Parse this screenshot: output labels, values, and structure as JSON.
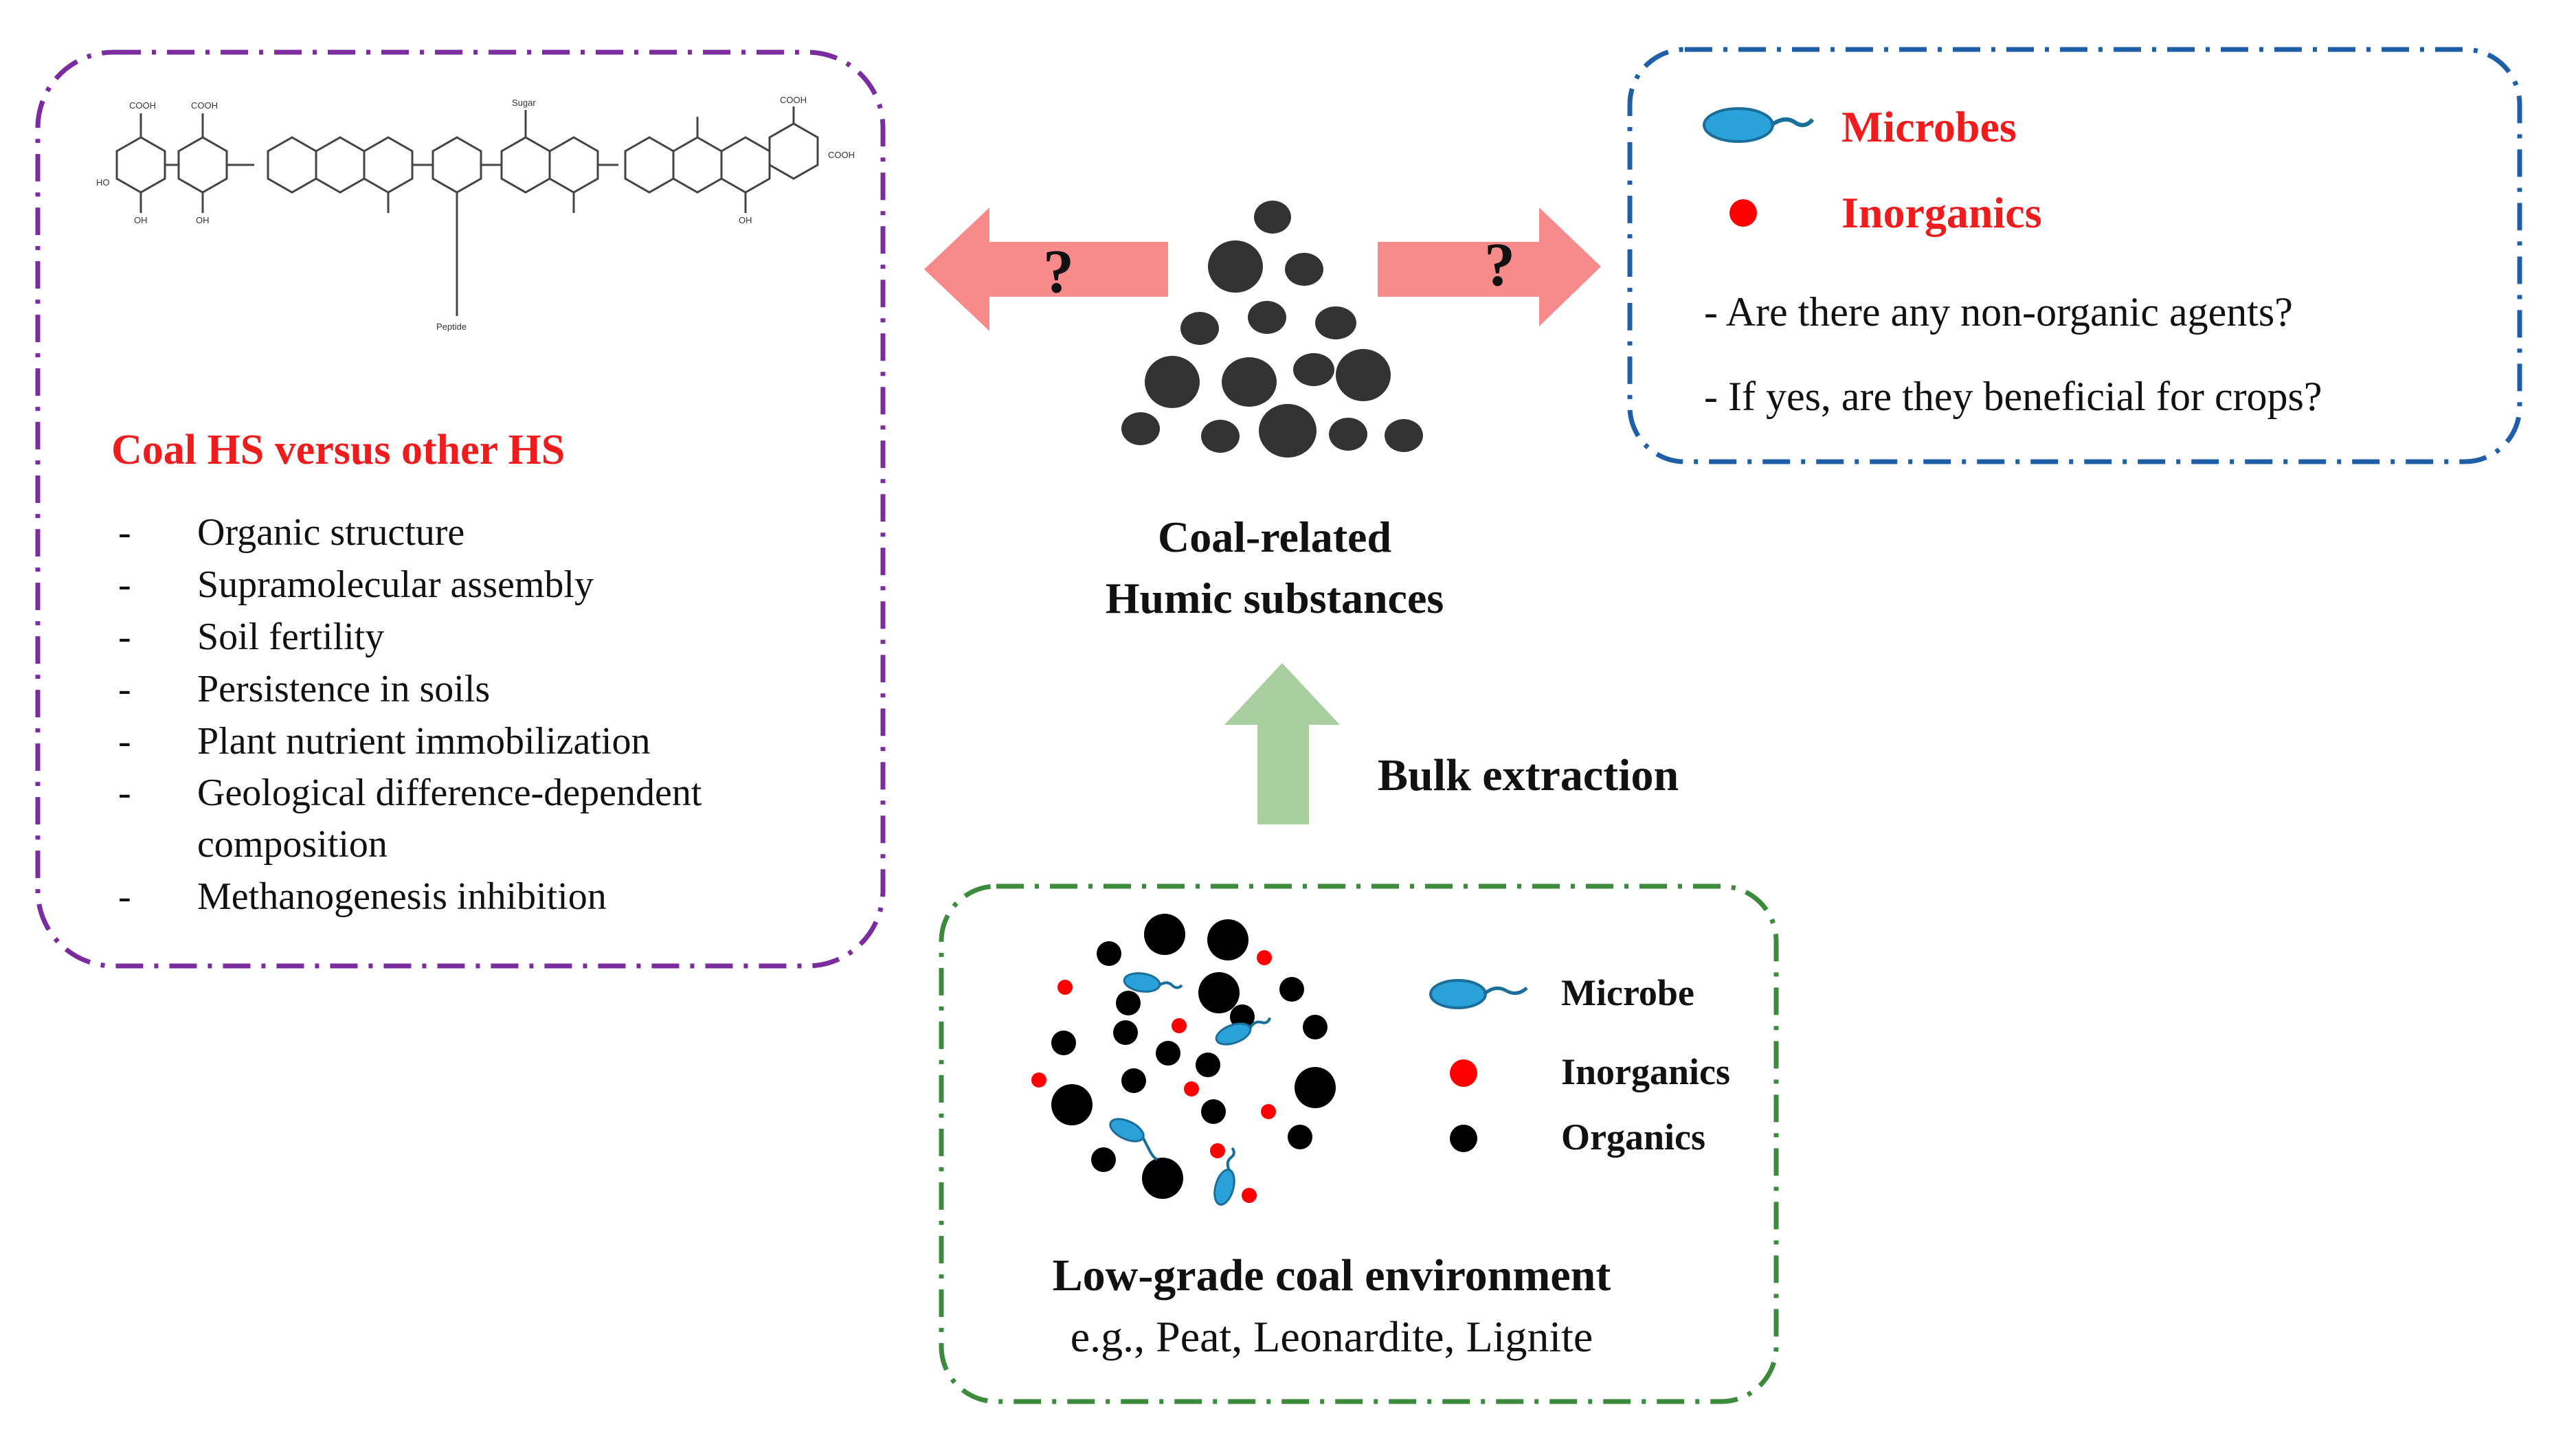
{
  "left_box": {
    "title": "Coal HS versus other HS",
    "items": [
      {
        "bullet": "-",
        "text": "Organic structure"
      },
      {
        "bullet": "-",
        "text": "Supramolecular assembly"
      },
      {
        "bullet": "-",
        "text": "Soil fertility"
      },
      {
        "bullet": "-",
        "text": "Persistence in soils"
      },
      {
        "bullet": "-",
        "text": "Plant nutrient immobilization"
      },
      {
        "bullet": "-",
        "text": "Geological difference-dependent"
      },
      {
        "bullet": "",
        "text": "composition"
      },
      {
        "bullet": "-",
        "text": "Methanogenesis inhibition"
      }
    ],
    "color": "#7b2c9e"
  },
  "right_box": {
    "microbes_label": "Microbes",
    "inorganics_label": "Inorganics",
    "question1": "- Are there any non-organic agents?",
    "question2": "- If yes, are they beneficial for crops?",
    "color": "#1f5fa8"
  },
  "center": {
    "title_line1": "Coal-related",
    "title_line2": "Humic substances",
    "left_arrow_mark": "?",
    "right_arrow_mark": "?",
    "arrow_color": "#f78a8a",
    "up_arrow_color": "#a9cfa1",
    "up_arrow_label": "Bulk extraction"
  },
  "bottom_box": {
    "legend_microbe": "Microbe",
    "legend_inorganics": "Inorganics",
    "legend_organics": "Organics",
    "title": "Low-grade coal environment",
    "subtitle": "e.g., Peat, Leonardite, Lignite",
    "color": "#3c8a3c"
  },
  "chem_labels": {
    "cooh": "COOH",
    "oh": "OH",
    "ho": "HO",
    "peptide": "Peptide",
    "sugar": "Sugar"
  },
  "colors": {
    "microbe": "#2aa1d8",
    "inorganic": "#ff0000",
    "organic": "#000000",
    "coal_particle": "#333333"
  }
}
